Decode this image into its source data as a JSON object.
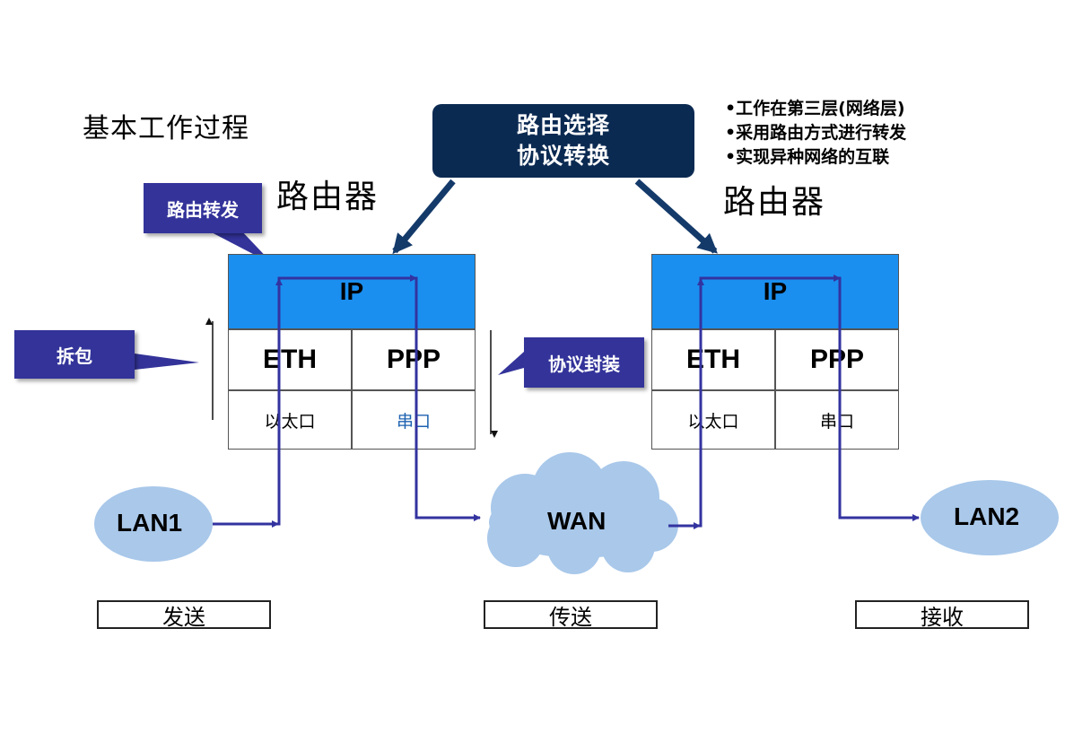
{
  "title": "基本工作过程",
  "router_label": "路由器",
  "top_box": {
    "line1": "路由选择",
    "line2": "协议转换"
  },
  "bullets": [
    "工作在第三层(网络层)",
    "采用路由方式进行转发",
    "实现异种网络的互联"
  ],
  "callouts": {
    "forward": "路由转发",
    "unpack": "拆包",
    "encapsulate": "协议封装"
  },
  "routers": [
    {
      "ip": "IP",
      "proto_a": "ETH",
      "proto_b": "PPP",
      "port_a": "以太口",
      "port_b": "串口"
    },
    {
      "ip": "IP",
      "proto_a": "ETH",
      "proto_b": "PPP",
      "port_a": "以太口",
      "port_b": "串口"
    }
  ],
  "networks": {
    "lan1": "LAN1",
    "wan": "WAN",
    "lan2": "LAN2"
  },
  "stages": {
    "send": "发送",
    "transfer": "传送",
    "receive": "接收"
  },
  "colors": {
    "ip_layer": "#1a8ff0",
    "top_box": "#0b2a52",
    "callout": "#33339a",
    "flow_line": "#3333a0",
    "cloud": "#a9c8ea"
  }
}
